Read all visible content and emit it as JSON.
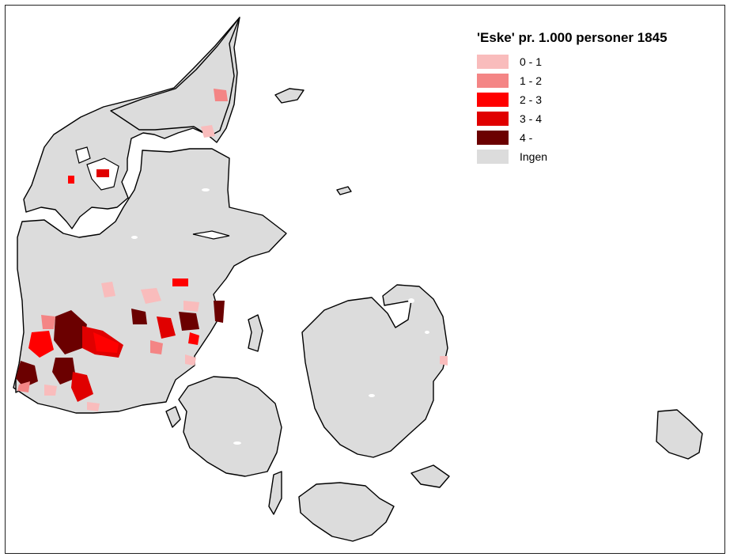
{
  "legend": {
    "title": "'Eske' pr. 1.000 personer 1845",
    "items": [
      {
        "label": "0 - 1",
        "color": "#f9bcbc"
      },
      {
        "label": "1 - 2",
        "color": "#f48585"
      },
      {
        "label": "2 - 3",
        "color": "#ff0000"
      },
      {
        "label": "3 - 4",
        "color": "#e00000"
      },
      {
        "label": "4 -",
        "color": "#6b0000"
      },
      {
        "label": "Ingen",
        "color": "#dcdcdc"
      }
    ]
  },
  "map": {
    "land_color": "#dcdcdc",
    "outline_color": "#000000"
  }
}
